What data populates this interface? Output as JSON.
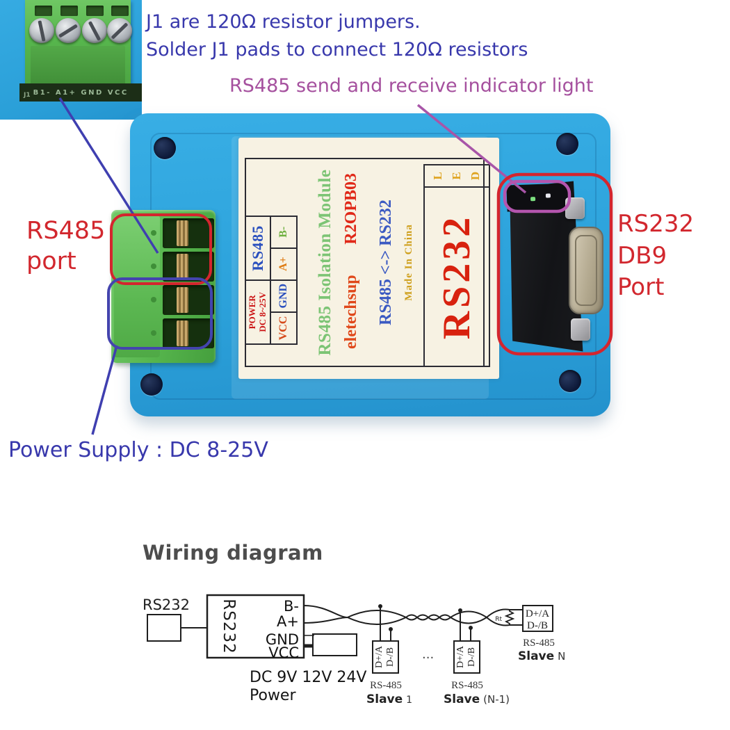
{
  "annotations": {
    "j1_note_line1": "J1 are 120Ω resistor jumpers.",
    "j1_note_line2": "Solder J1 pads to connect 120Ω resistors",
    "led_indicator_note": "RS485 send and receive indicator light",
    "rs485_port_line1": "RS485",
    "rs485_port_line2": "port",
    "rs232_port_line1": "RS232",
    "rs232_port_line2": "DB9",
    "rs232_port_line3": "Port",
    "power_supply": "Power Supply : DC 8-25V"
  },
  "inset": {
    "j1": "J1",
    "silkscreen": "B1- A1+ GND VCC"
  },
  "module_label": {
    "power_header_line1": "POWER",
    "power_header_line2": "DC 8~25V",
    "rs485_header": "RS485",
    "pins": [
      "VCC",
      "GND",
      "A+",
      "B-"
    ],
    "title": "RS485 Isolation Module",
    "brand": "eletechsup",
    "model": "R2OPB03",
    "conversion": "RS485 <-> RS232",
    "origin": "Made In China",
    "big_port": "RS232",
    "led": [
      "L",
      "E",
      "D"
    ]
  },
  "wiring": {
    "heading": "Wiring diagram",
    "rs232_device": "RS232",
    "converter_label": "RS232",
    "pin_b": "B-",
    "pin_a": "A+",
    "pin_gnd": "GND",
    "pin_vcc": "VCC",
    "power_note_line1": "DC 9V 12V 24V",
    "power_note_line2": "Power",
    "terminator": "Rt",
    "dots": "...",
    "slave_pin_top": "D+/A",
    "slave_pin_bottom": "D-/B",
    "bus_label": "RS-485",
    "slave_word": "Slave",
    "slave1_id": "1",
    "slaveN1_id": "(N-1)",
    "slaveN_id": "N"
  },
  "colors": {
    "case_blue": "#2EA7E0",
    "terminal_green": "#55B44C",
    "annotation_red": "#D2272E",
    "annotation_blue": "#3838AC",
    "annotation_purple": "#A5509E",
    "label_cream": "#F7F2E3"
  }
}
